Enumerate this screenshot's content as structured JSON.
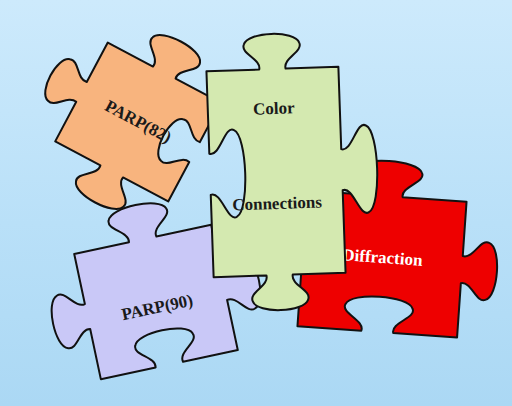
{
  "diagram": {
    "nodes": [
      {
        "text": [
          "PARP(82)"
        ]
      },
      {
        "text": [
          "Color Connections"
        ]
      },
      {
        "text": [
          "Diffraction"
        ]
      },
      {
        "text": [
          "PARP(90)"
        ]
      }
    ]
  }
}
